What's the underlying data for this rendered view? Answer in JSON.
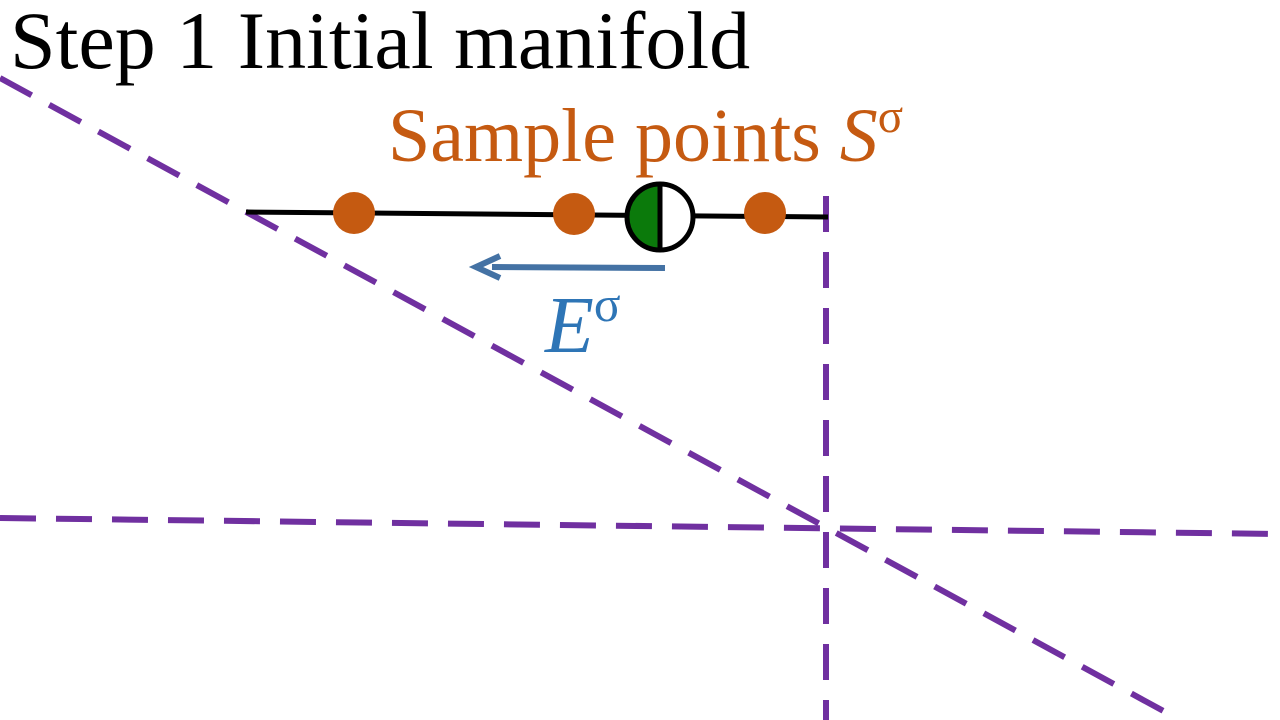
{
  "title": "Step 1 Initial manifold",
  "sample_label": {
    "text": "Sample points ",
    "symbol": "S",
    "superscript": "σ"
  },
  "e_label": {
    "symbol": "E",
    "superscript": "σ"
  },
  "colors": {
    "dashed_lines": "#7030a0",
    "manifold_line": "#000000",
    "sample_points": "#c55a11",
    "arrow": "#4472a4",
    "e_label": "#2e75b6",
    "saddle_fill_left": "#0b7a0b",
    "saddle_fill_right": "#ffffff"
  }
}
